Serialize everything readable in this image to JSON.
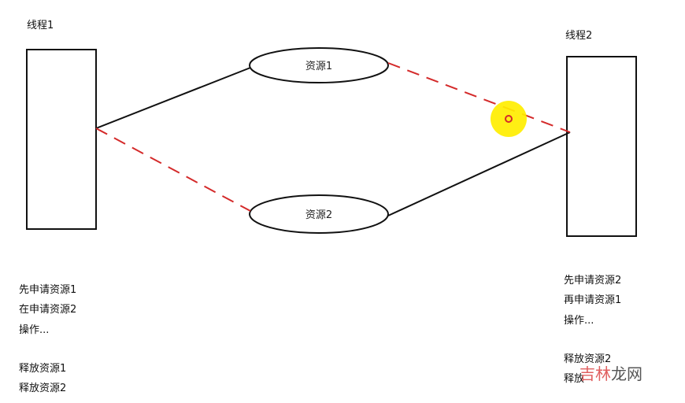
{
  "thread1": {
    "title": "线程1"
  },
  "thread2": {
    "title": "线程2"
  },
  "resource1": {
    "label": "资源1"
  },
  "resource2": {
    "label": "资源2"
  },
  "thread1_notes": [
    "先申请资源1",
    "在申请资源2",
    "操作...",
    "",
    "释放资源1",
    "释放资源2"
  ],
  "thread2_notes": [
    "先申请资源2",
    "再申请资源1",
    "操作...",
    "",
    "释放资源2",
    "释放"
  ],
  "watermark": {
    "part1": "吉林",
    "part2": "龙网"
  },
  "colors": {
    "solid_line": "#111111",
    "dashed_line": "#d42a2a",
    "cursor_highlight": "#ffee00",
    "cursor_ring": "#d42a2a"
  }
}
